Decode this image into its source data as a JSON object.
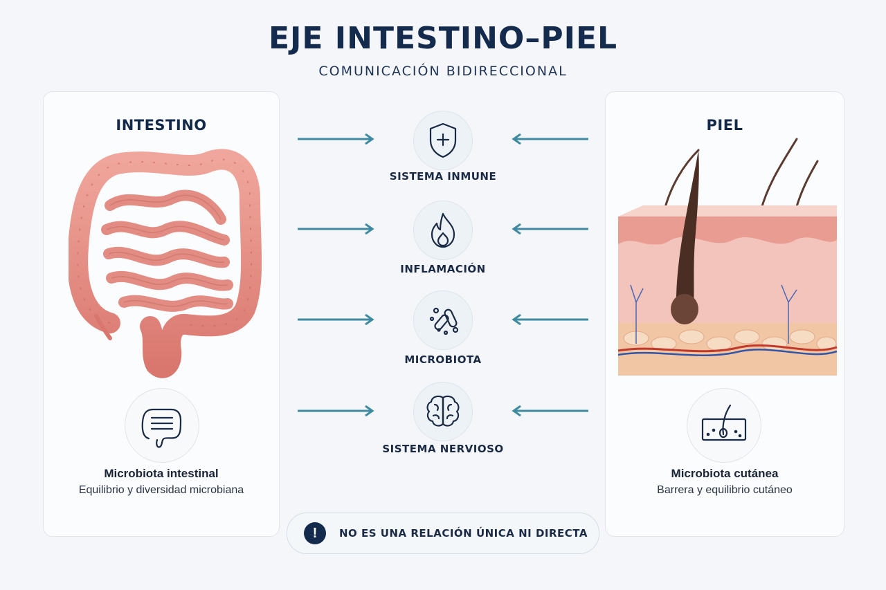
{
  "header": {
    "title": "EJE INTESTINO–PIEL",
    "subtitle": "COMUNICACIÓN BIDIRECCIONAL"
  },
  "left_panel": {
    "title": "INTESTINO",
    "illustration": "intestine-illustration",
    "icon": "intestine-icon",
    "heading": "Microbiota intestinal",
    "body": "Equilibrio y diversidad microbiana"
  },
  "right_panel": {
    "title": "PIEL",
    "illustration": "skin-cross-section-illustration",
    "icon": "hair-follicle-icon",
    "heading": "Microbiota cutánea",
    "body": "Barrera y equilibrio cutáneo"
  },
  "center_items": [
    {
      "label": "SISTEMA INMUNE",
      "icon": "shield-plus-icon"
    },
    {
      "label": "INFLAMACIÓN",
      "icon": "flame-icon"
    },
    {
      "label": "MICROBIOTA",
      "icon": "bacteria-icon"
    },
    {
      "label": "SISTEMA NERVIOSO",
      "icon": "brain-icon"
    }
  ],
  "note": {
    "icon": "!",
    "text": "NO ES UNA RELACIÓN ÚNICA NI DIRECTA"
  },
  "colors": {
    "title": "#142b4d",
    "arrow": "#3f8aa0",
    "intestine": "#e8928a",
    "skin": "#f0b6ad"
  }
}
